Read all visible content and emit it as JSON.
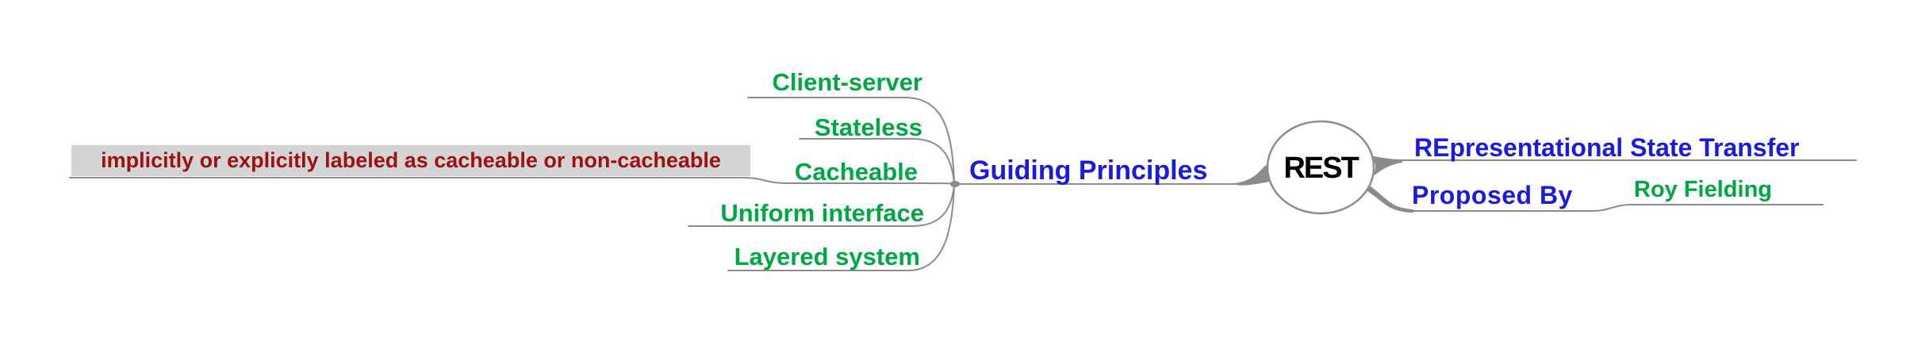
{
  "root": {
    "label": "REST"
  },
  "right": {
    "definition": {
      "label": "REpresentational State Transfer"
    },
    "proposed_by": {
      "label": "Proposed By",
      "child": {
        "label": "Roy Fielding"
      }
    }
  },
  "left": {
    "guiding_principles": {
      "label": "Guiding Principles",
      "items": [
        {
          "label": "Client-server"
        },
        {
          "label": "Stateless"
        },
        {
          "label": "Cacheable",
          "note": "implicitly or explicitly labeled as cacheable or non-cacheable"
        },
        {
          "label": "Uniform interface"
        },
        {
          "label": "Layered system"
        }
      ]
    }
  },
  "colors": {
    "branch_text": "#1b1be0",
    "leaf_text": "#00a844",
    "root_text": "#000000",
    "note_text": "#9c1212",
    "note_background": "#d4d4d4",
    "edge": "#8c8c8c",
    "node_fill": "#ffffff"
  }
}
